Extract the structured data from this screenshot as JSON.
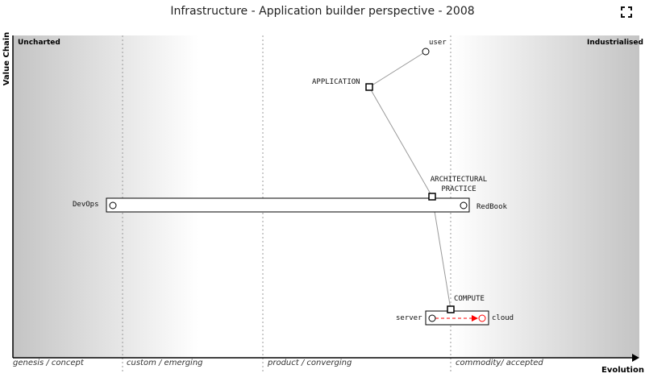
{
  "title": "Infrastructure - Application builder perspective - 2008",
  "axis": {
    "y_label": "Value Chain",
    "x_label": "Evolution",
    "stages": [
      "genesis / concept",
      "custom / emerging",
      "product / converging",
      "commodity/ accepted"
    ],
    "left_zone": "Uncharted",
    "right_zone": "Industrialised"
  },
  "components": {
    "user": "user",
    "application": "APPLICATION",
    "architectural_practice": "ARCHITECTURAL\nPRACTICE",
    "devops": "DevOps",
    "redbook": "RedBook",
    "compute": "COMPUTE",
    "server": "server",
    "cloud": "cloud"
  },
  "icons": {
    "fullscreen": "fullscreen-icon"
  },
  "colors": {
    "evolution_arrow": "#ff0000",
    "link": "#999999"
  }
}
